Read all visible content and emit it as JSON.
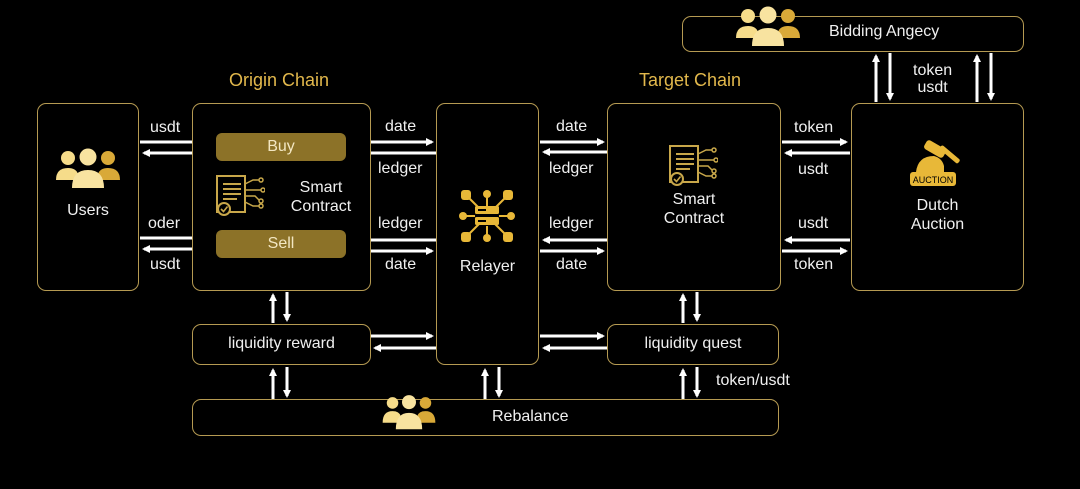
{
  "headings": {
    "origin_chain": "Origin Chain",
    "target_chain": "Target Chain"
  },
  "nodes": {
    "users": "Users",
    "buy": "Buy",
    "sell": "Sell",
    "origin_contract_line1": "Smart",
    "origin_contract_line2": "Contract",
    "relayer": "Relayer",
    "target_contract_line1": "Smart",
    "target_contract_line2": "Contract",
    "dutch_auction_line1": "Dutch",
    "dutch_auction_line2": "Auction",
    "auction_badge": "AUCTION",
    "bidding_agency": "Bidding Angecy",
    "liquidity_reward": "liquidity reward",
    "liquidity_quest": "liquidity quest",
    "rebalance": "Rebalance"
  },
  "edge_labels": {
    "users_buy_top": "usdt",
    "users_sell_top": "oder",
    "users_sell_bottom": "usdt",
    "origin_relayer_1": "date",
    "origin_relayer_2": "ledger",
    "origin_relayer_3": "ledger",
    "origin_relayer_4": "date",
    "relayer_target_1": "date",
    "relayer_target_2": "ledger",
    "relayer_target_3": "ledger",
    "relayer_target_4": "date",
    "target_auction_1": "token",
    "target_auction_2": "usdt",
    "target_auction_3": "usdt",
    "target_auction_4": "token",
    "bidding_token": "token",
    "bidding_usdt": "usdt",
    "quest_rebalance": "token/usdt"
  },
  "colors": {
    "accent": "#e2b84c",
    "border": "#b59a52",
    "pill": "#8c7228",
    "background": "#000000"
  }
}
